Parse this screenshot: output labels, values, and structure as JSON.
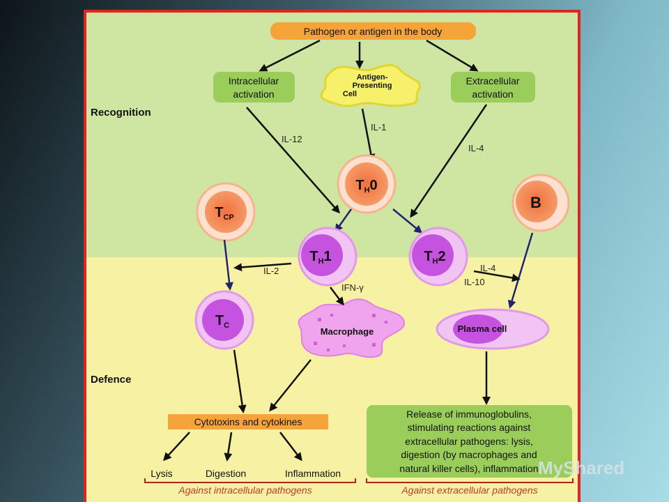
{
  "top_box": "Pathogen or antigen in the body",
  "intracellular": [
    "Intracellular",
    "activation"
  ],
  "apc": [
    "Antigen-",
    "Presenting",
    "Cell"
  ],
  "extracellular": [
    "Extracellular",
    "activation"
  ],
  "phase_recognition": "Recognition",
  "phase_defence": "Defence",
  "cytokines": {
    "il12": "IL-12",
    "il1": "IL-1",
    "il4_top": "IL-4",
    "il2": "IL-2",
    "ifn": "IFN-γ",
    "il4_bottom": "IL-4",
    "il10": "IL-10"
  },
  "cells": {
    "th0": {
      "main": "T",
      "sub": "H",
      "suffix": "0"
    },
    "tcp": {
      "main": "T",
      "sub": "CP",
      "suffix": ""
    },
    "b": {
      "main": "B"
    },
    "th1": {
      "main": "T",
      "sub": "H",
      "suffix": "1"
    },
    "th2": {
      "main": "T",
      "sub": "H",
      "suffix": "2"
    },
    "tc": {
      "main": "T",
      "sub": "C",
      "suffix": ""
    },
    "macrophage": "Macrophage",
    "plasma": "Plasma cell"
  },
  "cytotox_box": "Cytotoxins and cytokines",
  "release_box": [
    "Release of immunoglobulins,",
    "stimulating reactions against",
    "extracellular pathogens: lysis,",
    "digestion (by macrophages and",
    "natural killer cells), inflammation"
  ],
  "outcomes": [
    "Lysis",
    "Digestion",
    "Inflammation"
  ],
  "against_intra": "Against intracellular pathogens",
  "against_extra": "Against extracellular pathogens",
  "watermark": "MyShared",
  "colors": {
    "recognition_band": "#cfe5a2",
    "defence_band": "#f7f1a3",
    "frame": "#e02424",
    "orange_box": "#f5a43a",
    "green_box": "#9acd5a",
    "orange_cell": "#f08a55",
    "purple_cell": "#d98be8",
    "arrow_dark": "#22226e"
  }
}
